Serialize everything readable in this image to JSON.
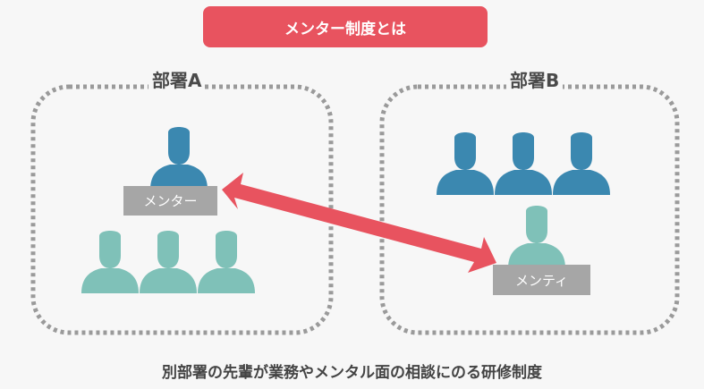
{
  "title": "メンター制度とは",
  "departments": [
    {
      "label": "部署A"
    },
    {
      "label": "部署B"
    }
  ],
  "roles": {
    "mentor": "メンター",
    "mentee": "メンティ"
  },
  "caption": "別部署の先輩が業務やメンタル面の相談にのる研修制度",
  "colors": {
    "accent": "#e8535f",
    "senior": "#3b88b0",
    "junior": "#7fc1b8",
    "tag": "#a6a6a6",
    "border": "#9a9a9a"
  }
}
